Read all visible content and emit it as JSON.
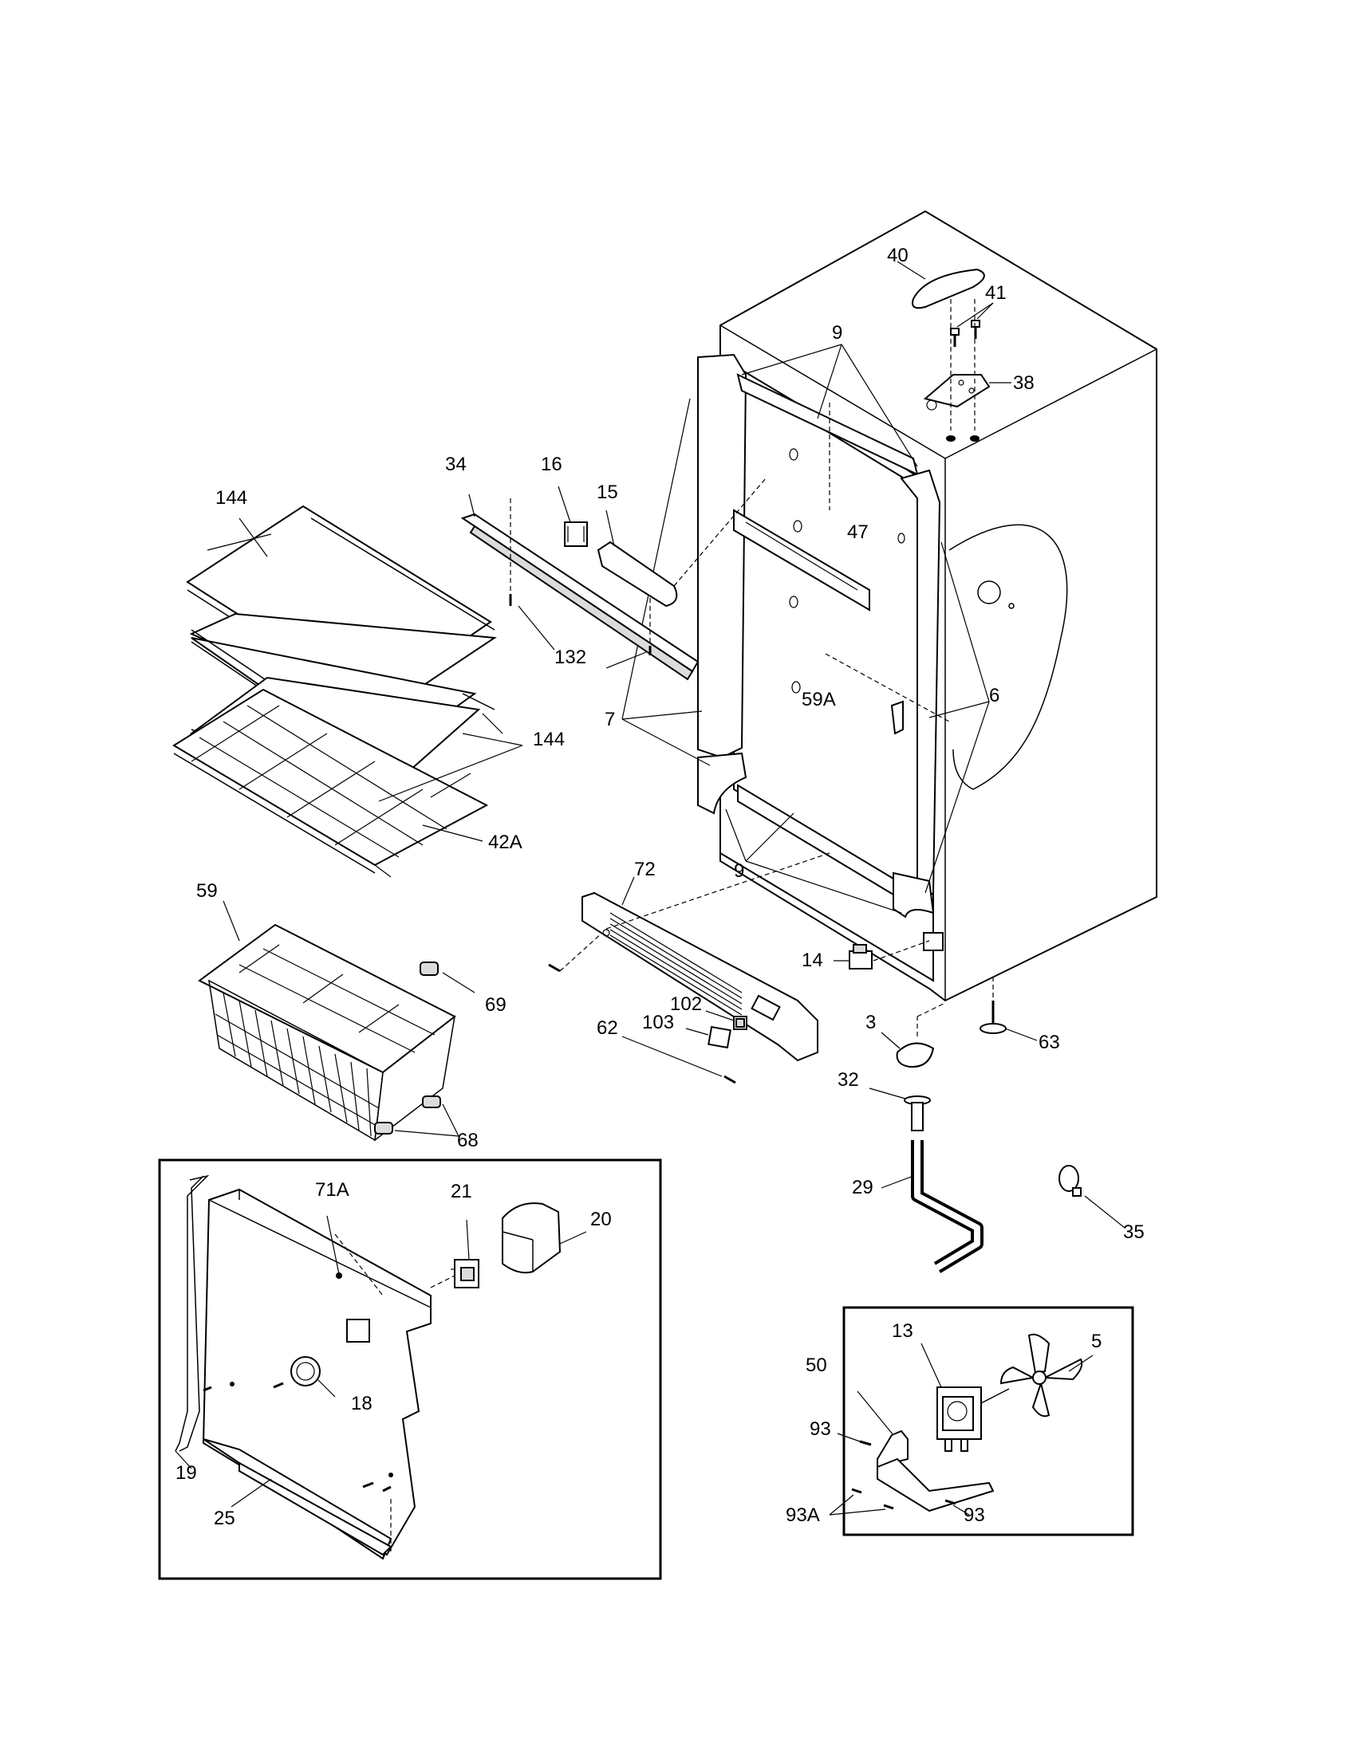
{
  "callouts": {
    "c40": "40",
    "c41": "41",
    "c38": "38",
    "c9a": "9",
    "c9b": "9",
    "c34": "34",
    "c16": "16",
    "c15": "15",
    "c144a": "144",
    "c144b": "144",
    "c47": "47",
    "c132": "132",
    "c7": "7",
    "c59A": "59A",
    "c6": "6",
    "c42A": "42A",
    "c59": "59",
    "c72": "72",
    "c69": "69",
    "c14": "14",
    "c102": "102",
    "c103": "103",
    "c62": "62",
    "c3": "3",
    "c63": "63",
    "c32": "32",
    "c68": "68",
    "c71A": "71A",
    "c21": "21",
    "c20": "20",
    "c29": "29",
    "c35": "35",
    "c13": "13",
    "c5": "5",
    "c50": "50",
    "c93a": "93",
    "c18": "18",
    "c19": "19",
    "c93A": "93A",
    "c93b": "93",
    "c25": "25"
  }
}
